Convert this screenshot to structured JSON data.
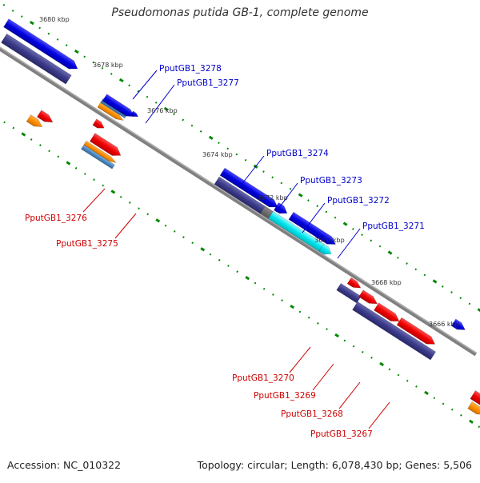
{
  "title": "Pseudomonas putida GB-1, complete genome",
  "footer": {
    "accession": "Accession: NC_010322",
    "summary": "Topology: circular; Length: 6,078,430 bp; Genes: 5,506"
  },
  "colors": {
    "backbone": "#808080",
    "purple_gene": "#3b3b8a",
    "blue_gene": "#0000dd",
    "red_gene": "#ee0000",
    "orange_gene": "#ff8c00",
    "steel_gene": "#4a86c0",
    "cyan_gene": "#00e5ee",
    "tick": "#008800",
    "label_blue": "#0000cc",
    "label_red": "#cc0000"
  },
  "kbp_labels": [
    "3680 kbp",
    "3678 kbp",
    "3676 kbp",
    "3674 kbp",
    "3672 kbp",
    "3670 kbp",
    "3668 kbp",
    "3666 kbp"
  ],
  "gene_labels_top": [
    "PputGB1_3278",
    "PputGB1_3277",
    "PputGB1_3274",
    "PputGB1_3273",
    "PputGB1_3272",
    "PputGB1_3271"
  ],
  "gene_labels_bottom": [
    "PputGB1_3276",
    "PputGB1_3275",
    "PputGB1_3270",
    "PputGB1_3269",
    "PputGB1_3268",
    "PputGB1_3267"
  ]
}
